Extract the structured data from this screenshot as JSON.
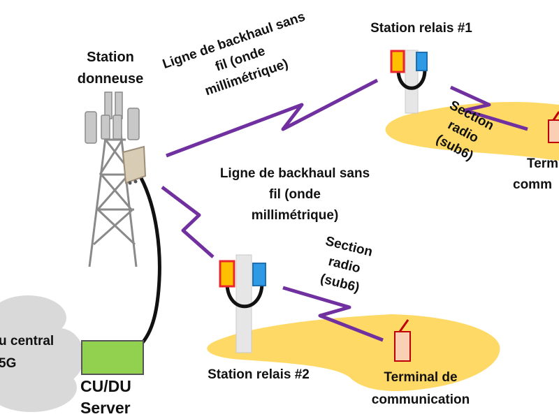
{
  "labels": {
    "donor_station": [
      "Station",
      "donneuse"
    ],
    "relay_1_title": "Station relais #1",
    "relay_2_title": "Station relais #2",
    "backhaul_upper": [
      "Ligne de backhaul sans",
      "fil (onde",
      "millimétrique)"
    ],
    "backhaul_lower": [
      "Ligne de backhaul sans",
      "fil (onde",
      "millimétrique)"
    ],
    "radio_section_upper": [
      "Section",
      "radio",
      "(sub6)"
    ],
    "radio_section_lower": [
      "Section",
      "radio",
      "(sub6)"
    ],
    "terminal_upper": [
      "Term",
      "comm"
    ],
    "terminal_lower": [
      "Terminal de",
      "communication"
    ],
    "core_network": [
      "u central",
      "5G"
    ],
    "server": [
      "CU/DU",
      "Server"
    ]
  },
  "colors": {
    "link_purple": "#7030a0",
    "coverage_yellow": "#ffd966",
    "server_green": "#92d050",
    "antenna_red": "#e8262c",
    "antenna_yellow": "#ffc000",
    "antenna_blue": "#2e9ae6",
    "terminal_fill": "#fbcfb4",
    "terminal_stroke": "#c00000",
    "cloud_gray": "#d9d9d9"
  }
}
